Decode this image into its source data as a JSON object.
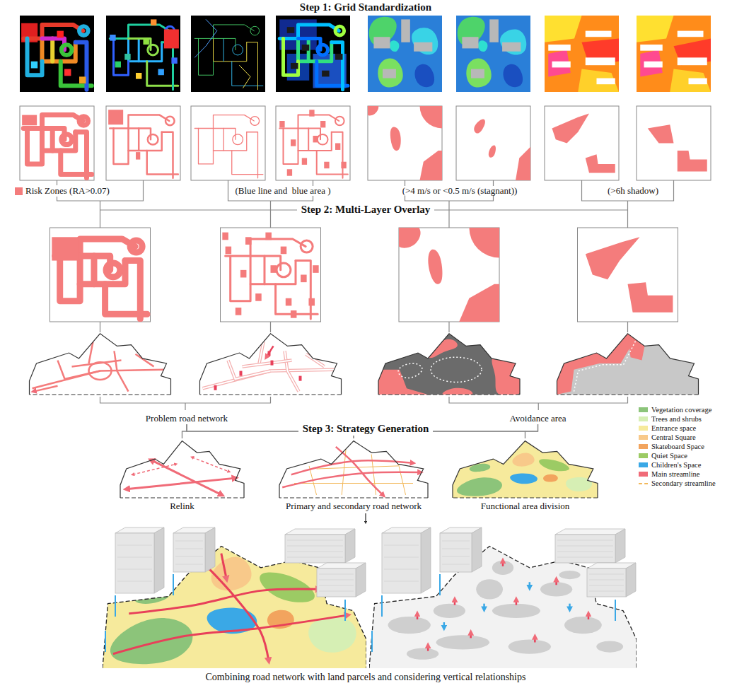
{
  "diagram": {
    "caption": "Combining road network with land parcels and considering vertical relationships",
    "nodes": [
      {
        "text": [
          "Problem road network"
        ]
      },
      {
        "text": [
          "Avoidance area"
        ]
      },
      {
        "text": [
          "Relink"
        ]
      },
      {
        "text": [
          "Primary and secondary road network"
        ]
      },
      {
        "text": [
          "Functional area division"
        ]
      }
    ],
    "edges": [
      {
        "from": 0,
        "to": 2,
        "arrow": "none"
      },
      {
        "from": 0,
        "to": 3,
        "arrow": "none"
      },
      {
        "from": 0,
        "to": 4,
        "arrow": "none"
      },
      {
        "from": 1,
        "to": 2,
        "arrow": "none"
      },
      {
        "from": 1,
        "to": 3,
        "arrow": "none"
      },
      {
        "from": 1,
        "to": 4,
        "arrow": "none"
      }
    ],
    "labels": [
      "Step 1: Grid Standardization",
      "(Blue line and  blue area )",
      "(>4 m/s or <0.5 m/s (stagnant))",
      "(>6h shadow)",
      "Step 2: Multi-Layer Overlay",
      "Step 3: Strategy Generation"
    ],
    "legend": [
      {
        "text": "Risk Zones (RA>0.07)",
        "color": "#f47c7c"
      },
      {
        "text": "Vegetation coverage",
        "color": "#8cc47a"
      },
      {
        "text": "Trees and shrubs",
        "color": "#d6efb4"
      },
      {
        "text": "Entrance space",
        "color": "#f6ea9c"
      },
      {
        "text": "Central Square",
        "color": "#f8c98a"
      },
      {
        "text": "Skateboard Space",
        "color": "#f2a45e"
      },
      {
        "text": "Quiet Space",
        "color": "#9ccb64"
      },
      {
        "text": "Children's Space",
        "color": "#3aa8e6"
      },
      {
        "text": "Main streamline",
        "color": "#f06b78"
      },
      {
        "text": "Secondary streamline"
      }
    ]
  }
}
